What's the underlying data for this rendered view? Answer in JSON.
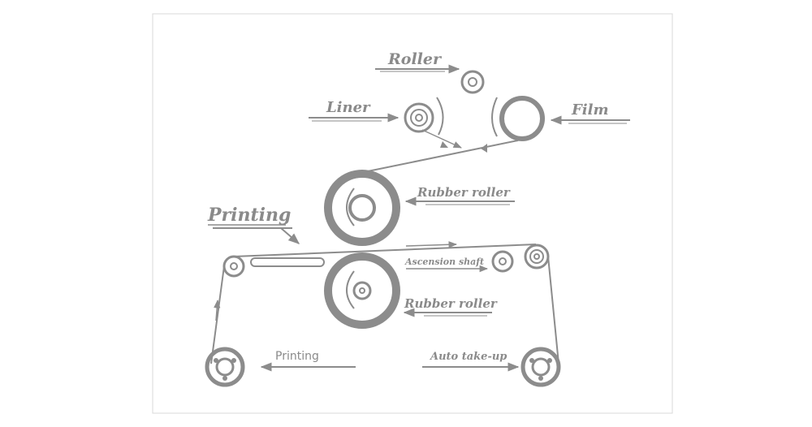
{
  "labels": {
    "roller": "Roller",
    "liner": "Liner",
    "film": "Film",
    "rubber_roller_top": "Rubber roller",
    "printing_top": "Printing",
    "ascension_shaft": "Ascension shaft",
    "rubber_roller_bottom": "Rubber roller",
    "printing_bottom": "Printing",
    "auto_take_up": "Auto take-up"
  },
  "colors": {
    "ink": "#8c8c8c",
    "frame": "#d9d9d9"
  }
}
